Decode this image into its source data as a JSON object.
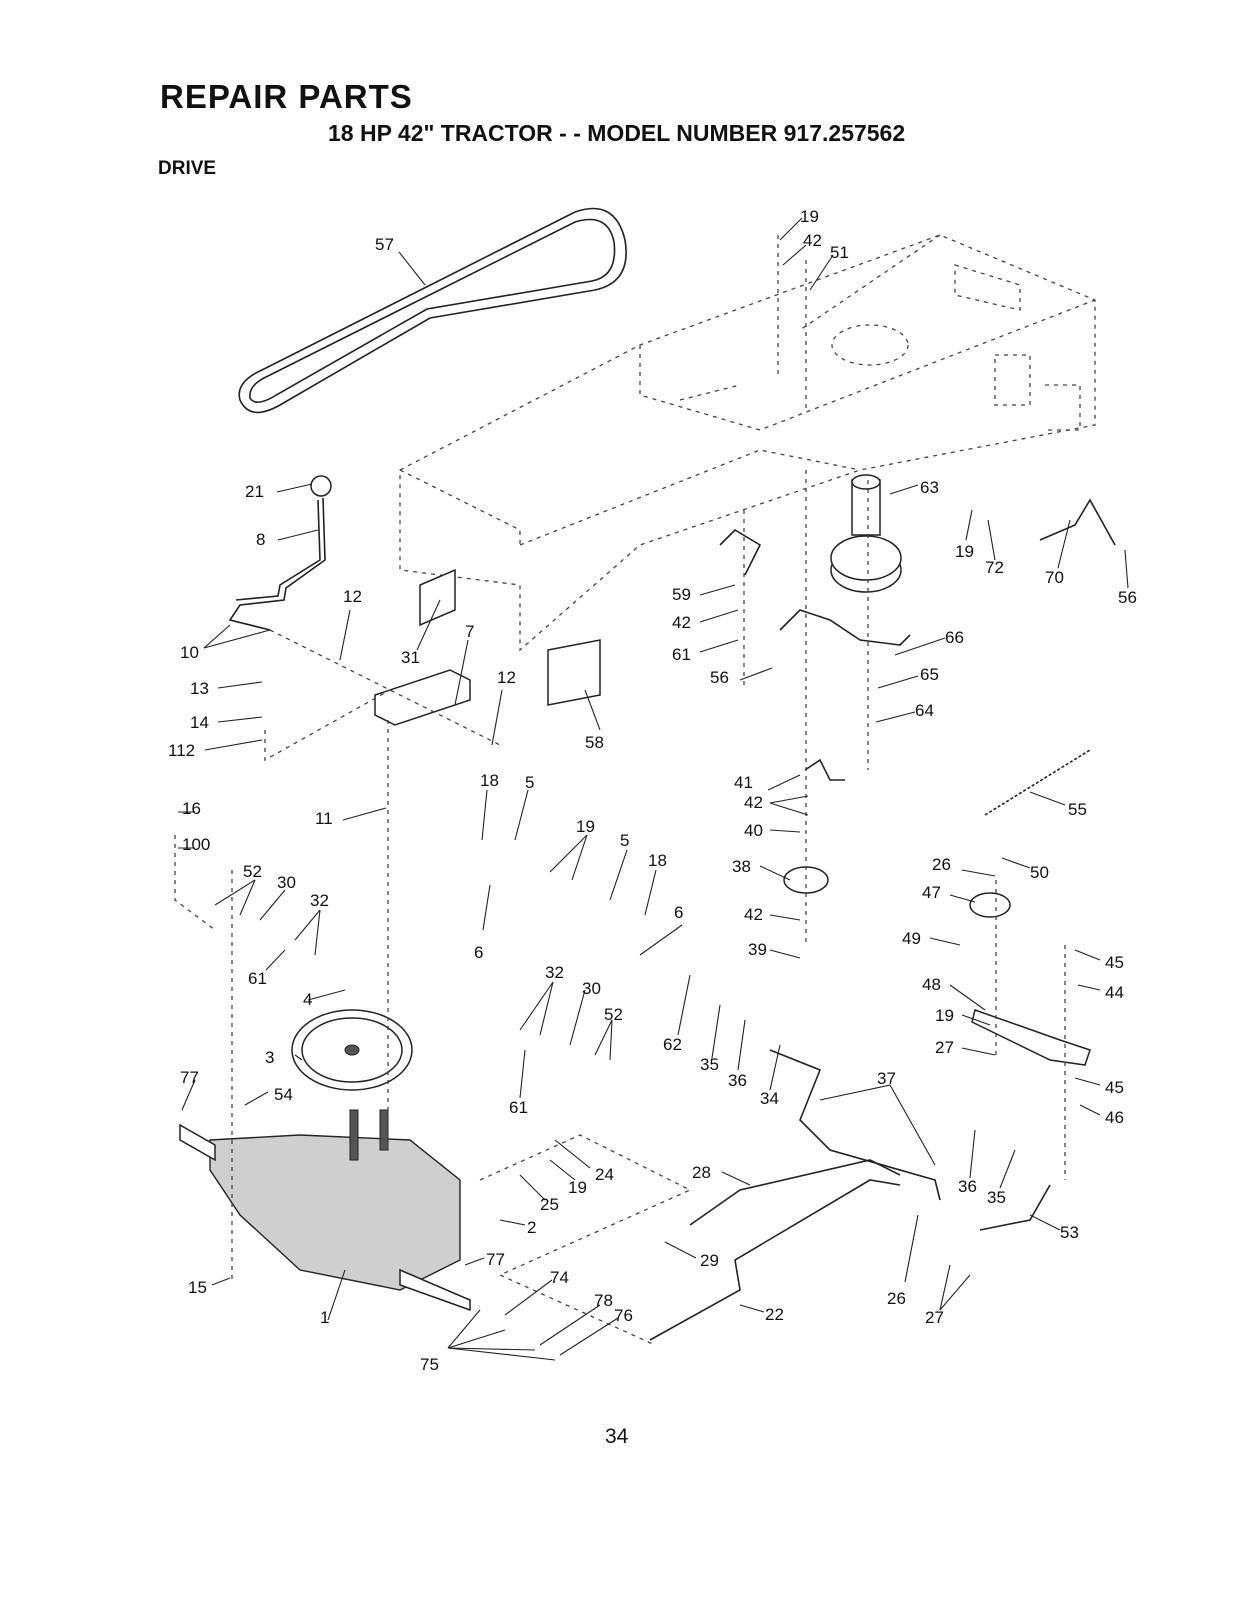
{
  "header": {
    "title": "REPAIR PARTS",
    "subtitle": "18 HP 42\" TRACTOR - - MODEL NUMBER 917.257562",
    "section": "DRIVE"
  },
  "callouts": [
    "57",
    "19",
    "42",
    "51",
    "21",
    "8",
    "10",
    "12",
    "31",
    "7",
    "13",
    "14",
    "112",
    "12",
    "58",
    "59",
    "42",
    "61",
    "56",
    "63",
    "19",
    "72",
    "70",
    "56",
    "66",
    "65",
    "64",
    "16",
    "100",
    "11",
    "18",
    "5",
    "19",
    "5",
    "18",
    "6",
    "6",
    "52",
    "30",
    "32",
    "61",
    "41",
    "42",
    "40",
    "38",
    "42",
    "39",
    "55",
    "26",
    "50",
    "47",
    "49",
    "45",
    "44",
    "48",
    "19",
    "27",
    "45",
    "46",
    "4",
    "3",
    "77",
    "54",
    "32",
    "30",
    "52",
    "61",
    "62",
    "35",
    "36",
    "34",
    "37",
    "36",
    "35",
    "53",
    "28",
    "24",
    "19",
    "25",
    "2",
    "29",
    "77",
    "74",
    "78",
    "76",
    "22",
    "26",
    "27",
    "15",
    "1",
    "75"
  ],
  "footer": {
    "page_number": "34"
  }
}
